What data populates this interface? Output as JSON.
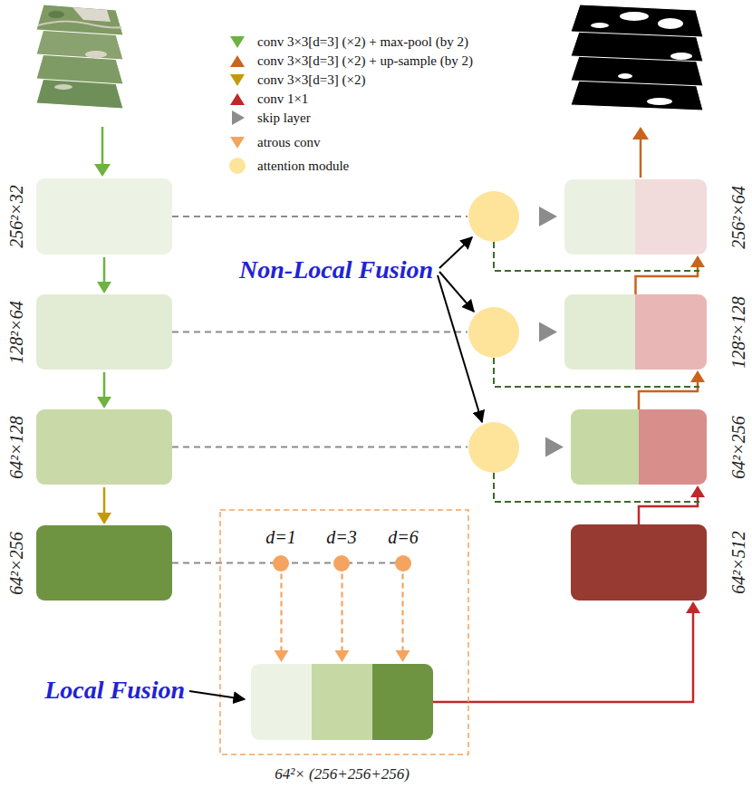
{
  "diagram": {
    "nodes": [
      {
        "text": [
          "256²×32"
        ]
      },
      {
        "text": [
          "128²×64"
        ]
      },
      {
        "text": [
          "64²×128"
        ]
      },
      {
        "text": [
          "64²×256"
        ]
      },
      {
        "text": [
          "64²× (256+256+256)"
        ]
      },
      {
        "text": [
          "64²×512"
        ]
      },
      {
        "text": [
          "64²×256"
        ]
      },
      {
        "text": [
          "128²×128"
        ]
      },
      {
        "text": [
          "256²×64"
        ]
      }
    ],
    "edges": [
      {
        "from": 0,
        "to": 1,
        "arrow": "to"
      },
      {
        "from": 1,
        "to": 2,
        "arrow": "to"
      },
      {
        "from": 2,
        "to": 3,
        "arrow": "to"
      },
      {
        "from": 3,
        "to": 4,
        "arrow": "to"
      },
      {
        "from": 4,
        "to": 5,
        "arrow": "to"
      },
      {
        "from": 5,
        "to": 6,
        "arrow": "to"
      },
      {
        "from": 6,
        "to": 7,
        "arrow": "to"
      },
      {
        "from": 7,
        "to": 8,
        "arrow": "to"
      },
      {
        "from": 2,
        "to": 6,
        "arrow": "to"
      },
      {
        "from": 1,
        "to": 7,
        "arrow": "to"
      },
      {
        "from": 0,
        "to": 8,
        "arrow": "to"
      }
    ],
    "labels": [
      "Non-Local Fusion",
      "Local Fusion",
      "d=1",
      "d=3",
      "d=6"
    ],
    "legend": [
      {
        "text": "conv 3×3[d=3] (×2) + max-pool (by 2)"
      },
      {
        "text": "conv 3×3[d=3] (×2) + up-sample (by 2)"
      },
      {
        "text": "conv 3×3[d=3] (×2)"
      },
      {
        "text": "conv 1×1"
      },
      {
        "text": "skip layer"
      },
      {
        "text": "atrous conv"
      },
      {
        "text": "attention module"
      }
    ]
  }
}
